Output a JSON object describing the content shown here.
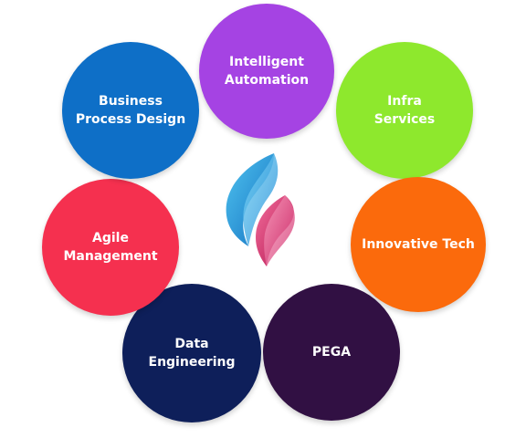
{
  "nodes": [
    {
      "label": "Intelligent\nAutomation",
      "color": "#a543e3"
    },
    {
      "label": "Infra\nServices",
      "color": "#8ee82d"
    },
    {
      "label": "Innovative Tech",
      "color": "#fb6a0c"
    },
    {
      "label": "PEGA",
      "color": "#311043"
    },
    {
      "label": "Data\nEngineering",
      "color": "#0e1f5a"
    },
    {
      "label": "Agile\nManagement",
      "color": "#f5304f"
    },
    {
      "label": "Business\nProcess Design",
      "color": "#0e6fc7"
    }
  ],
  "logo": {
    "icon": "flame-logo-icon",
    "colors": {
      "blue_light": "#4fc3ef",
      "blue_dark": "#1572c2",
      "pink_light": "#f36f9c",
      "pink_dark": "#b3124f"
    }
  }
}
